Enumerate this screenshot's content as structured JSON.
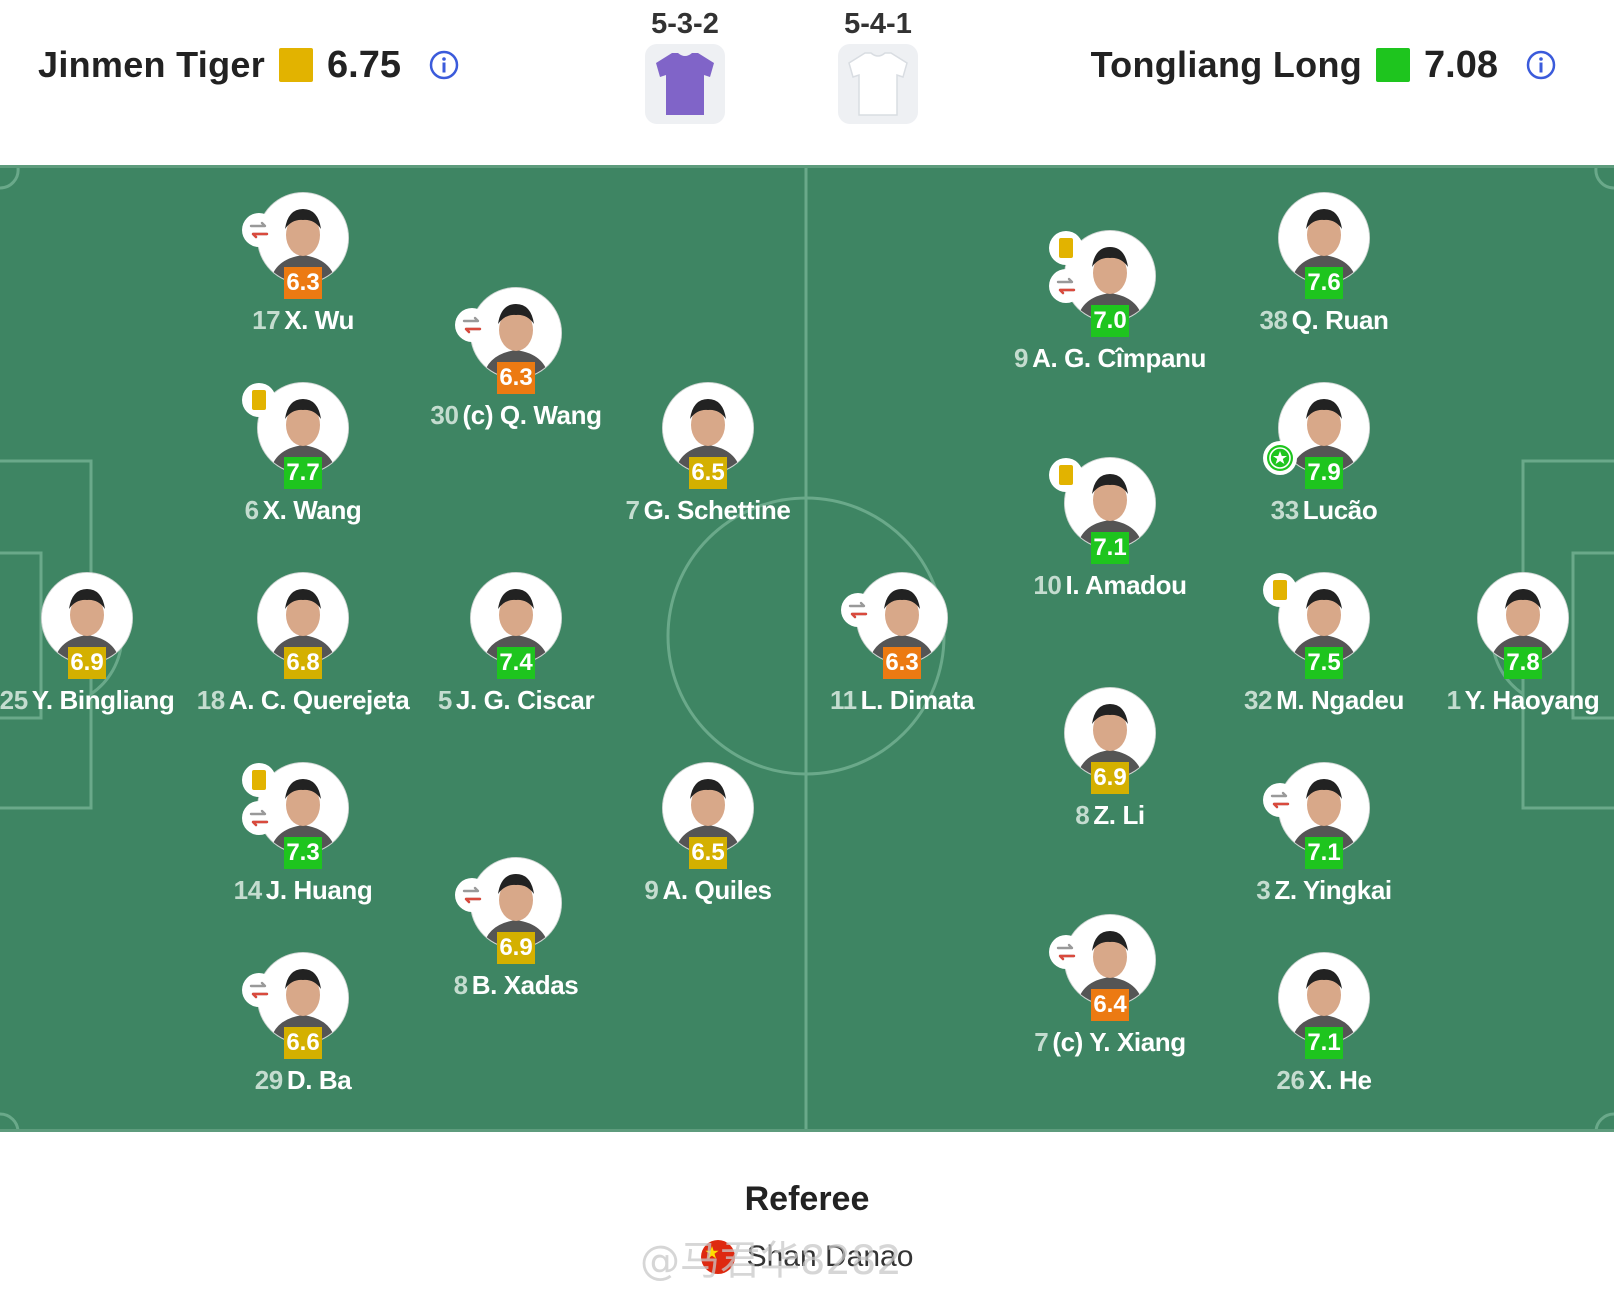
{
  "header": {
    "home": {
      "name": "Jinmen Tiger",
      "rating": "6.75",
      "rating_color": "#e2b300"
    },
    "away": {
      "name": "Tongliang Long",
      "rating": "7.08",
      "rating_color": "#1ec51e"
    },
    "home_formation": "5-3-2",
    "away_formation": "5-4-1",
    "home_jersey_color": "#8064c8",
    "away_jersey_color": "#ffffff"
  },
  "colors": {
    "pitch": "#3e8563",
    "rating_high": "#1ec51e",
    "rating_mid": "#d4b000",
    "rating_low": "#ec7a12",
    "card_yellow": "#e2b300",
    "sub_arrow": "#d94a3d"
  },
  "players": [
    {
      "id": "p17",
      "num": "17",
      "name": "X. Wu",
      "rating": "6.3",
      "tier": "low",
      "sub": true,
      "card": false,
      "star": false
    },
    {
      "id": "p6",
      "num": "6",
      "name": "X. Wang",
      "rating": "7.7",
      "tier": "high",
      "sub": false,
      "card": true,
      "star": false
    },
    {
      "id": "p25",
      "num": "25",
      "name": "Y. Bingliang",
      "rating": "6.9",
      "tier": "mid",
      "sub": false,
      "card": false,
      "star": false
    },
    {
      "id": "p18",
      "num": "18",
      "name": "A. C. Querejeta",
      "rating": "6.8",
      "tier": "mid",
      "sub": false,
      "card": false,
      "star": false
    },
    {
      "id": "p14",
      "num": "14",
      "name": "J. Huang",
      "rating": "7.3",
      "tier": "high",
      "sub": true,
      "card": true,
      "star": false
    },
    {
      "id": "p29",
      "num": "29",
      "name": "D. Ba",
      "rating": "6.6",
      "tier": "mid",
      "sub": true,
      "card": false,
      "star": false
    },
    {
      "id": "p30",
      "num": "30",
      "name": "(c) Q. Wang",
      "rating": "6.3",
      "tier": "low",
      "sub": true,
      "card": false,
      "star": false
    },
    {
      "id": "p5",
      "num": "5",
      "name": "J. G. Ciscar",
      "rating": "7.4",
      "tier": "high",
      "sub": false,
      "card": false,
      "star": false
    },
    {
      "id": "p8",
      "num": "8",
      "name": "B. Xadas",
      "rating": "6.9",
      "tier": "mid",
      "sub": true,
      "card": false,
      "star": false
    },
    {
      "id": "p7",
      "num": "7",
      "name": "G. Schettine",
      "rating": "6.5",
      "tier": "mid",
      "sub": false,
      "card": false,
      "star": false
    },
    {
      "id": "p9",
      "num": "9",
      "name": "A. Quiles",
      "rating": "6.5",
      "tier": "mid",
      "sub": false,
      "card": false,
      "star": false
    },
    {
      "id": "p11",
      "num": "11",
      "name": "L. Dimata",
      "rating": "6.3",
      "tier": "low",
      "sub": true,
      "card": false,
      "star": false
    },
    {
      "id": "p9b",
      "num": "9",
      "name": "A. G. Cîmpanu",
      "rating": "7.0",
      "tier": "high",
      "sub": true,
      "card": true,
      "star": false
    },
    {
      "id": "p10",
      "num": "10",
      "name": "I. Amadou",
      "rating": "7.1",
      "tier": "high",
      "sub": false,
      "card": true,
      "star": false
    },
    {
      "id": "p8b",
      "num": "8",
      "name": "Z. Li",
      "rating": "6.9",
      "tier": "mid",
      "sub": false,
      "card": false,
      "star": false
    },
    {
      "id": "p7b",
      "num": "7",
      "name": "(c) Y. Xiang",
      "rating": "6.4",
      "tier": "low",
      "sub": true,
      "card": false,
      "star": false
    },
    {
      "id": "p38",
      "num": "38",
      "name": "Q. Ruan",
      "rating": "7.6",
      "tier": "high",
      "sub": false,
      "card": false,
      "star": false
    },
    {
      "id": "p33",
      "num": "33",
      "name": "Lucão",
      "rating": "7.9",
      "tier": "high",
      "sub": false,
      "card": false,
      "star": true
    },
    {
      "id": "p32",
      "num": "32",
      "name": "M. Ngadeu",
      "rating": "7.5",
      "tier": "high",
      "sub": false,
      "card": true,
      "star": false
    },
    {
      "id": "p3",
      "num": "3",
      "name": "Z. Yingkai",
      "rating": "7.1",
      "tier": "high",
      "sub": true,
      "card": false,
      "star": false
    },
    {
      "id": "p26",
      "num": "26",
      "name": "X. He",
      "rating": "7.1",
      "tier": "high",
      "sub": false,
      "card": false,
      "star": false
    },
    {
      "id": "p1",
      "num": "1",
      "name": "Y. Haoyang",
      "rating": "7.8",
      "tier": "high",
      "sub": false,
      "card": false,
      "star": false
    }
  ],
  "footer": {
    "referee_label": "Referee",
    "referee_name": "Shan Danao",
    "watermark": "@马君华8282"
  }
}
